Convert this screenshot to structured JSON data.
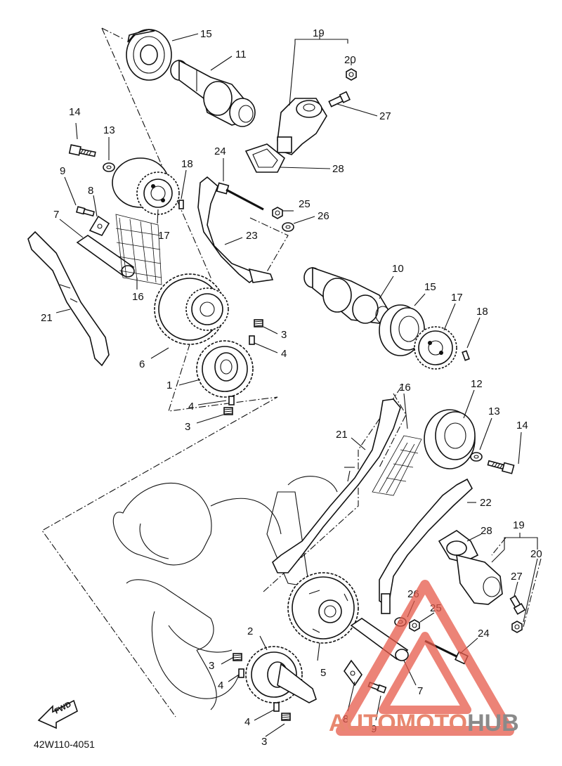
{
  "diagram": {
    "part_numbers": [
      "1",
      "2",
      "3",
      "4",
      "5",
      "6",
      "7",
      "8",
      "9",
      "10",
      "11",
      "12",
      "13",
      "14",
      "15",
      "16",
      "17",
      "18",
      "19",
      "20",
      "21",
      "22",
      "23",
      "24",
      "25",
      "26",
      "27",
      "28"
    ],
    "diagram_code": "42W110-4051",
    "fwd_label": "FWD"
  },
  "watermark": {
    "part1": "AUTOMOTO",
    "part2": "HUB",
    "color1": "#e8876f",
    "color2": "#8a8a8a"
  },
  "colors": {
    "ink": "#111111",
    "background": "#ffffff",
    "warning_triangle": "#e65a4a"
  }
}
